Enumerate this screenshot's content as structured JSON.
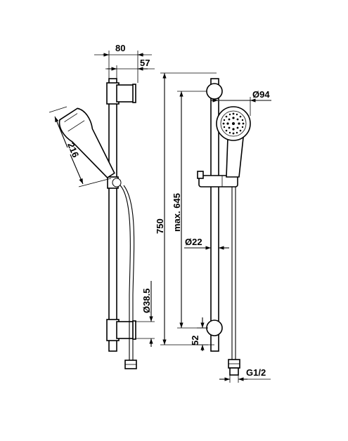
{
  "dimensions": {
    "width_80": "80",
    "width_57": "57",
    "handshower_length": "216",
    "overall_height": "750",
    "max_spacing": "max. 645",
    "head_diameter": "Ø94",
    "bar_diameter": "Ø22",
    "bracket_diameter": "Ø38.5",
    "bottom_offset": "52",
    "thread": "G1/2"
  }
}
